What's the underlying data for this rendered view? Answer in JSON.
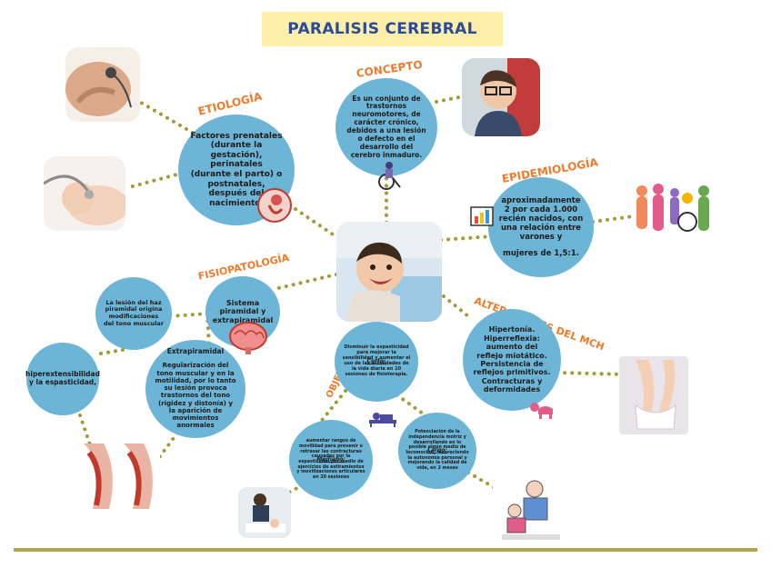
{
  "title": "PARALISIS CEREBRAL",
  "sections": {
    "concepto": {
      "label": "CONCEPTO",
      "text": "Es un conjunto de trastornos neuromotores, de carácter crónico, debidos a una lesión o defecto en el desarrollo del cerebro inmaduro."
    },
    "etiologia": {
      "label": "ETIOLOGÍA",
      "text": "Factores prenatales (durante la gestación), perinatales (durante el parto) o postnatales, después del nacimiento."
    },
    "epidemiologia": {
      "label": "EPIDEMIOLOGÍA",
      "text": "aproximadamente 2 por cada 1.000 recién nacidos, con una relación entre varones y",
      "text2": "mujeres de 1,5:1."
    },
    "fisiopatologia": {
      "label": "FISIOPATOLOGÍA",
      "main": "Sistema piramidal y extrapiramidal",
      "haz": "La lesión del haz piramidal origina modificaciones del tono muscular",
      "hiper": "hiperextensibilidad y la espasticidad,",
      "extra_title": "Extrapiramidal",
      "extra_text": "Regularización del tono muscular y en la motilidad, por lo tanto su lesión provoca trastornos del tono (rigidez y distonía) y la aparición de movimientos anormales"
    },
    "alteraciones": {
      "label": "ALTERACIONES DEL MCH",
      "text": "Hipertonía. Hiperreflexia: aumento del reflejo miotático. Persistencia de reflejos primitivos. Contracturas y deformidades"
    },
    "objetivos": {
      "label": "OBJETIVOS",
      "corto_title": "Corto:",
      "corto_text": "Disminuir la espasticidad para mejorar la sensibilidad y aumentar el uso de las actividades de la vida diaria en 10 sesiones de fisioterapia.",
      "mediano_title": "Mediano:",
      "mediano_text": "aumentar rangos de movilidad para prevenir o retrasar las contracturas causadas por la espasticidad por medio de ejercicios de estiramientos y movilizaciones articulares en 20 sesiones",
      "largo_title": "Largo:",
      "largo_text": "Potenciación de la independencia motriz y desarrollando en lo posible algún medio de locomoción, favoreciendo la autonomía personal y mejorando la calidad de vida, en 2 meses"
    }
  },
  "colors": {
    "bubble": "#6db5d6",
    "label": "#ef7b2a",
    "title_bg": "#fdeea8",
    "title_text": "#2b4a9a",
    "dots": "#a39a3a",
    "rule": "#b2a447"
  },
  "icons": [
    "wheelchair-icon",
    "fetus-icon",
    "chart-icon",
    "family-icon",
    "brain-icon",
    "therapy-icon",
    "crawling-baby-icon"
  ]
}
